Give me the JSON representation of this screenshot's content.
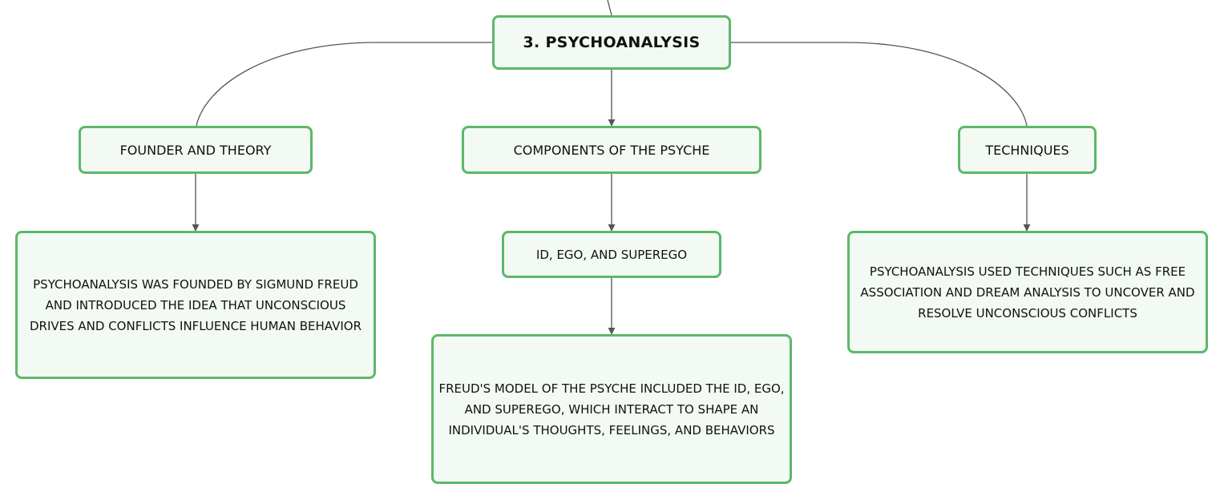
{
  "colors": {
    "node_border": "#5cb86a",
    "node_fill": "#f2faf3",
    "connector": "#555555",
    "text": "#111111"
  },
  "root": {
    "label": "3. PSYCHOANALYSIS"
  },
  "branches": {
    "founder": {
      "label": "FOUNDER AND THEORY",
      "detail": "PSYCHOANALYSIS WAS FOUNDED BY SIGMUND FREUD AND INTRODUCED THE IDEA THAT UNCONSCIOUS DRIVES AND CONFLICTS INFLUENCE HUMAN BEHAVIOR"
    },
    "components": {
      "label": "COMPONENTS OF THE PSYCHE",
      "sub_label": "ID, EGO, AND SUPEREGO",
      "detail": "FREUD'S MODEL OF THE PSYCHE INCLUDED THE ID, EGO, AND SUPEREGO, WHICH INTERACT TO SHAPE AN INDIVIDUAL'S THOUGHTS, FEELINGS, AND BEHAVIORS"
    },
    "techniques": {
      "label": "TECHNIQUES",
      "detail": "PSYCHOANALYSIS USED TECHNIQUES SUCH AS FREE ASSOCIATION AND DREAM ANALYSIS TO UNCOVER AND RESOLVE UNCONSCIOUS CONFLICTS"
    }
  }
}
